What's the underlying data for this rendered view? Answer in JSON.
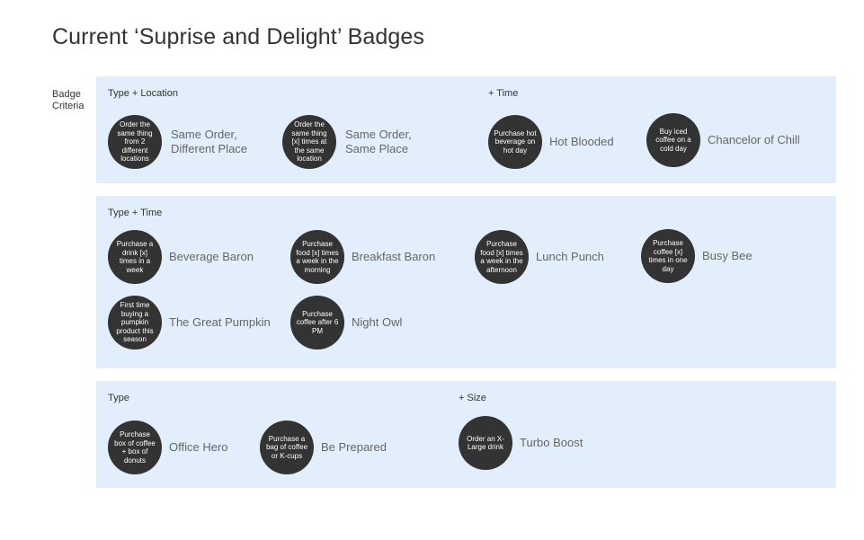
{
  "title": "Current ‘Suprise and Delight’ Badges",
  "criteria_label": "Badge Criteria",
  "sections": [
    {
      "label_left": "Type + Location",
      "label_right": "+ Time",
      "badges": [
        {
          "description": "Order the same thing from 2 different locations",
          "name": "Same Order, Different Place"
        },
        {
          "description": "Order the same thing [x] times at the same location",
          "name": "Same Order, Same Place"
        },
        {
          "description": "Purchase hot beverage on hot day",
          "name": "Hot Blooded"
        },
        {
          "description": "Buy iced coffee on a cold day",
          "name": "Chancelor of Chill"
        }
      ]
    },
    {
      "label_left": "Type + Time",
      "badges": [
        {
          "description": "Purchase a drink [x] times in a week",
          "name": "Beverage Baron"
        },
        {
          "description": "Purchase food [x] times a week in the morning",
          "name": "Breakfast Baron"
        },
        {
          "description": "Purchase food [x] times a week in the afternoon",
          "name": "Lunch Punch"
        },
        {
          "description": "Purchase coffee [x] times in one day",
          "name": "Busy Bee"
        },
        {
          "description": "First time buying a pumpkin product this season",
          "name": "The Great Pumpkin"
        },
        {
          "description": "Purchase coffee after 6 PM",
          "name": "Night Owl"
        }
      ]
    },
    {
      "label_left": "Type",
      "label_right": "+ Size",
      "badges": [
        {
          "description": "Purchase box of coffee + box of donuts",
          "name": "Office Hero"
        },
        {
          "description": "Purchase a bag of coffee or K-cups",
          "name": "Be Prepared"
        },
        {
          "description": "Order an X-Large drink",
          "name": "Turbo Boost"
        }
      ]
    }
  ]
}
